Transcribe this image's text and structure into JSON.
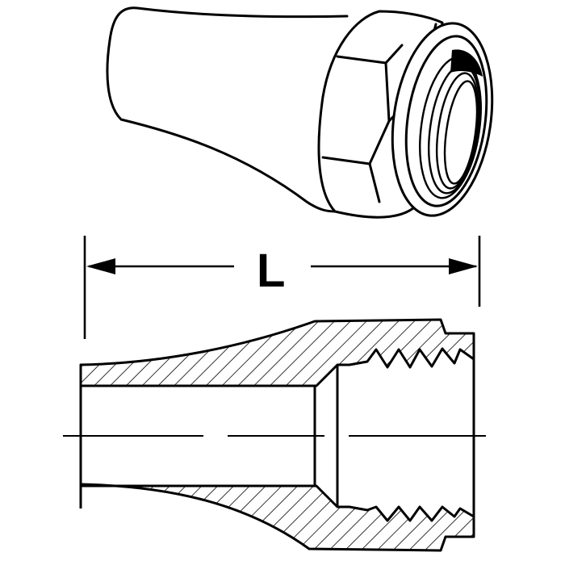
{
  "diagram": {
    "type": "technical-drawing",
    "subject": "tapered hex nut fitting (female threaded)",
    "views": [
      {
        "name": "isometric-view",
        "description": "3D perspective of tapered body with hex nut and internal threads"
      },
      {
        "name": "section-view",
        "description": "longitudinal cross section with hatching, internal thread, centerline"
      }
    ],
    "dimension": {
      "label": "L",
      "meaning": "overall length"
    },
    "colors": {
      "line": "#000000",
      "background": "#ffffff"
    }
  }
}
